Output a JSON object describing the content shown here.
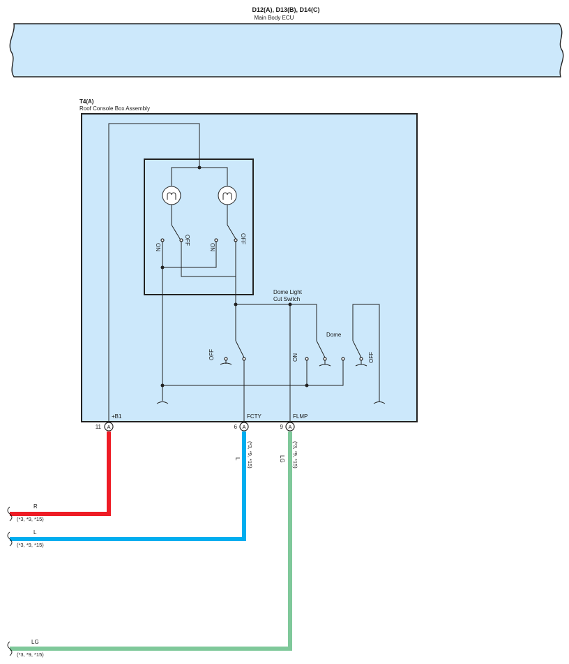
{
  "ecu": {
    "connectors": "D12(A), D13(B), D14(C)",
    "name": "Main Body ECU",
    "fill": "#cce8fb"
  },
  "assembly": {
    "connector": "T4(A)",
    "name": "Roof Console Box Assembly",
    "fill": "#cce8fb",
    "pins": [
      {
        "label": "+B1",
        "number": "11",
        "connector": "A"
      },
      {
        "label": "FCTY",
        "number": "6",
        "connector": "A"
      },
      {
        "label": "FLMP",
        "number": "9",
        "connector": "A"
      }
    ]
  },
  "switches": {
    "on": "ON",
    "off": "OFF",
    "dome_light_cut_switch_line1": "Dome Light",
    "dome_light_cut_switch_line2": "Cut Switch",
    "dome": "Dome"
  },
  "wires": [
    {
      "color_code": "R",
      "note": "(*3, *9, *15)",
      "hex": "#ee1c25"
    },
    {
      "color_code": "L",
      "note": "(*3, *9, *15)",
      "hex": "#00aeef"
    },
    {
      "color_code": "LG",
      "note": "(*3, *9, *15)",
      "hex": "#7fc89a"
    }
  ]
}
